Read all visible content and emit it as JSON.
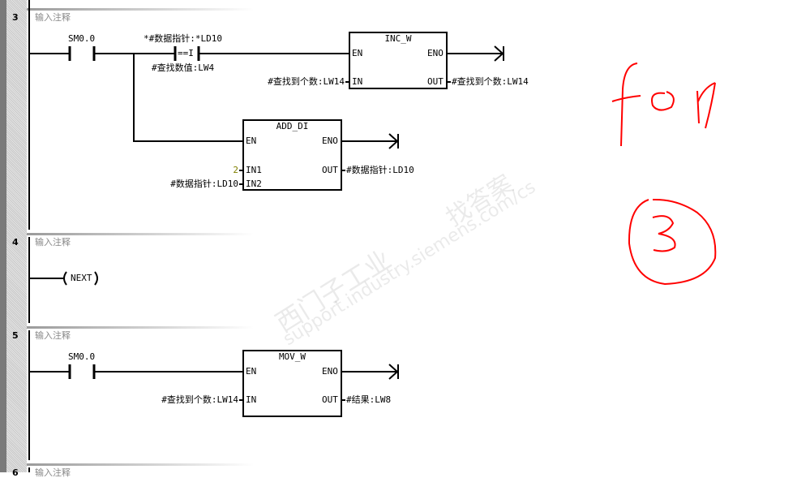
{
  "comment_placeholder": "输入注释",
  "networks": [
    {
      "number": "3",
      "contact": "SM0.0",
      "compare_top": "*#数据指针:*LD10",
      "compare_op": "==I",
      "compare_bottom": "#查找数值:LW4",
      "inc": {
        "title": "INC_W",
        "en": "EN",
        "eno": "ENO",
        "in": "IN",
        "out": "OUT",
        "in_val": "#查找到个数:LW14",
        "out_val": "#查找到个数:LW14"
      },
      "add": {
        "title": "ADD_DI",
        "en": "EN",
        "eno": "ENO",
        "in1": "IN1",
        "in2": "IN2",
        "out": "OUT",
        "in1_val": "2",
        "in2_val": "#数据指针:LD10",
        "out_val": "#数据指针:LD10"
      }
    },
    {
      "number": "4",
      "coil": "NEXT"
    },
    {
      "number": "5",
      "contact": "SM0.0",
      "mov": {
        "title": "MOV_W",
        "en": "EN",
        "eno": "ENO",
        "in": "IN",
        "out": "OUT",
        "in_val": "#查找到个数:LW14",
        "out_val": "#结果:LW8"
      }
    },
    {
      "number": "6"
    }
  ],
  "annotation": {
    "text": "for",
    "circled": "3",
    "color": "#ff0000"
  },
  "watermark": {
    "line1": "西门子工业",
    "line2": "找答案",
    "url": "support.industry.siemens.com/cs"
  }
}
